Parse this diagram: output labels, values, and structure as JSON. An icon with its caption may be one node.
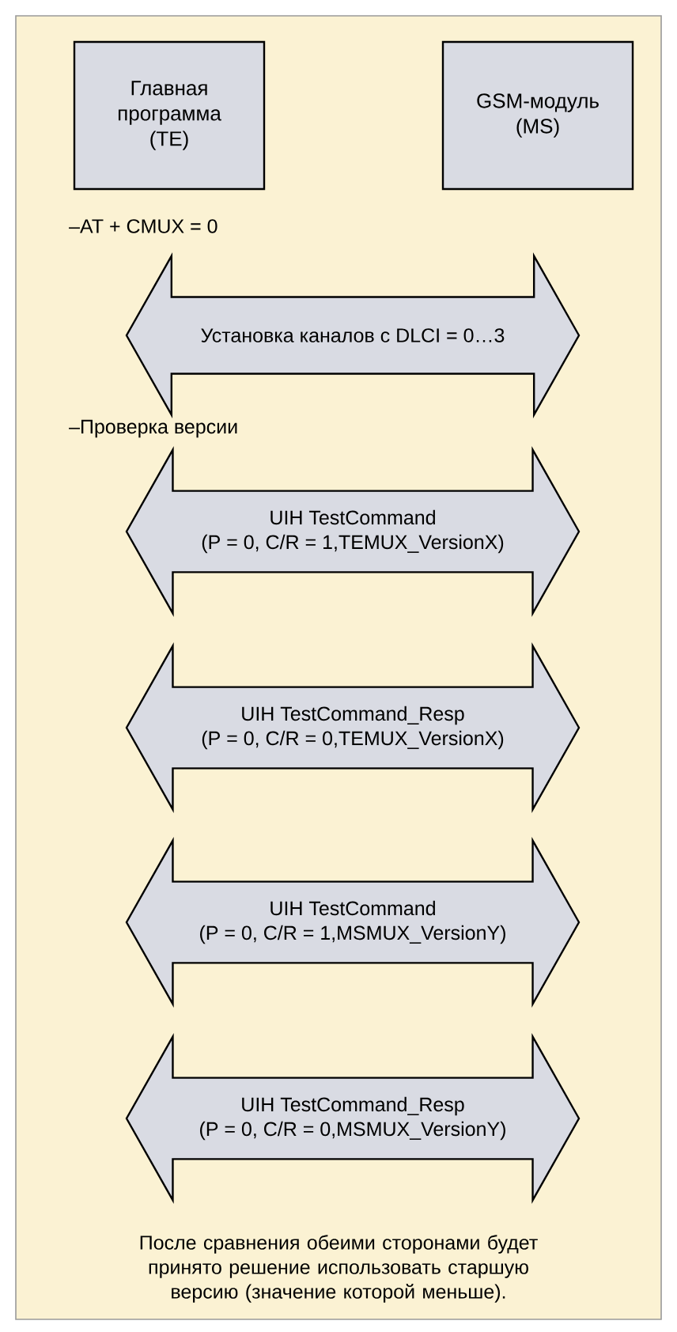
{
  "diagram": {
    "nodes": [
      {
        "text": [
          "Главная программа (TE)"
        ]
      },
      {
        "text": [
          "GSM-модуль (MS)"
        ]
      },
      {
        "text": [
          "Установка каналов с DLCI = 0…3"
        ]
      },
      {
        "text": [
          "UIH TestCommand",
          "(P = 0, C/R = 1,TEMUX_VersionX)"
        ]
      },
      {
        "text": [
          "UIH TestCommand_Resp",
          "(P = 0, C/R = 0,TEMUX_VersionX)"
        ]
      },
      {
        "text": [
          "UIH TestCommand",
          "(P = 0, C/R = 1,MSMUX_VersionY)"
        ]
      },
      {
        "text": [
          "UIH TestCommand_Resp",
          "(P = 0, C/R = 0,MSMUX_VersionY)"
        ]
      }
    ],
    "labels": [
      "–AT + CMUX = 0",
      "–Проверка версии",
      "После сравнения обеими сторонами будет принято решение использовать старшую версию (значение которой меньше)."
    ]
  }
}
